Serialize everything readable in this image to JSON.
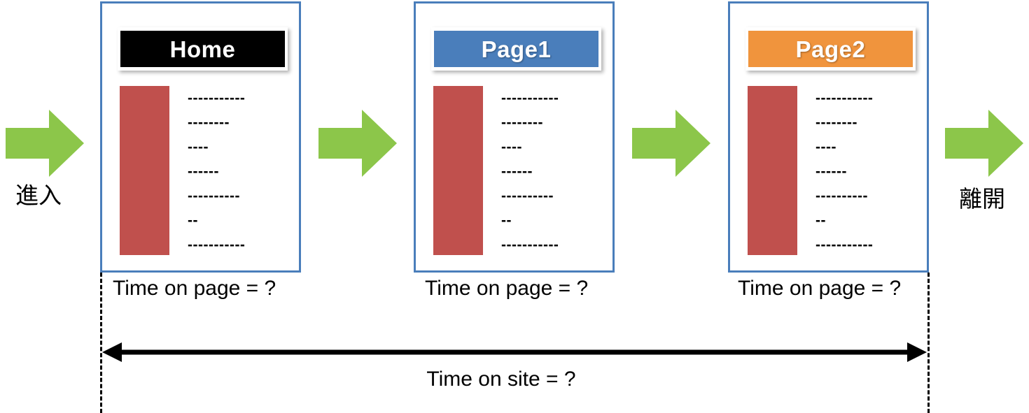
{
  "diagram": {
    "type": "flow",
    "background_color": "#ffffff",
    "entry": {
      "arrow_icon": "green-right-arrow-icon",
      "arrow_color": "#8cc64a",
      "caption": "進入"
    },
    "exit": {
      "arrow_icon": "green-right-arrow-icon",
      "arrow_color": "#8cc64a",
      "caption": "離開"
    },
    "connector_arrows": [
      {
        "icon": "green-right-arrow-icon",
        "color": "#8cc64a"
      },
      {
        "icon": "green-right-arrow-icon",
        "color": "#8cc64a"
      }
    ],
    "pages": [
      {
        "id": "home",
        "banner_label": "Home",
        "banner_color": "#000000",
        "border_color": "#4a7ebb",
        "image_block_color": "#c0504d",
        "text_lines": [
          "-----------",
          "--------",
          "----",
          "------",
          "----------",
          "--",
          "-----------"
        ],
        "time_on_page_label": "Time on page = ?"
      },
      {
        "id": "page1",
        "banner_label": "Page1",
        "banner_color": "#4a7ebb",
        "border_color": "#4a7ebb",
        "image_block_color": "#c0504d",
        "text_lines": [
          "-----------",
          "--------",
          "----",
          "------",
          "----------",
          "--",
          "-----------"
        ],
        "time_on_page_label": "Time on page = ?"
      },
      {
        "id": "page2",
        "banner_label": "Page2",
        "banner_color": "#f0943d",
        "border_color": "#4a7ebb",
        "image_block_color": "#c0504d",
        "text_lines": [
          "-----------",
          "--------",
          "----",
          "------",
          "----------",
          "--",
          "-----------"
        ],
        "time_on_page_label": "Time on page = ?"
      }
    ],
    "span_measure": {
      "label": "Time on site = ?",
      "arrow_style": "double-headed",
      "arrow_color": "#000000",
      "guide_style": "dashed"
    }
  }
}
